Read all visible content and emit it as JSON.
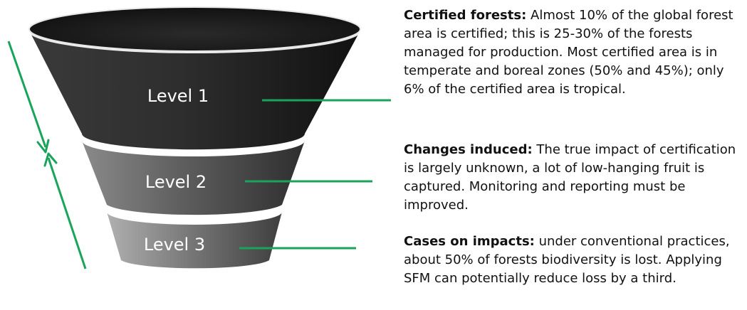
{
  "levels": [
    {
      "label": "Level 1",
      "title": "Certified forests:",
      "text": " Almost 10% of the global forest area is certified; this is 25-30% of the forests managed for production. Most certified area is in temperate and boreal zones (50% and 45%); only 6% of the certified area is tropical."
    },
    {
      "label": "Level 2",
      "title": "Changes induced:",
      "text": " The true impact of certification is largely unknown, a lot of low-hanging fruit is captured. Monitoring and reporting must be improved."
    },
    {
      "label": "Level 3",
      "title": "Cases on impacts:",
      "text": " under conventional practices, about 50% of forests biodiversity is lost. Applying SFM can potentially reduce loss by a third."
    }
  ],
  "colors": {
    "connector_green": "#1aa35a",
    "funnel_dark": "#2a2a2a",
    "funnel_light": "#9a9a9a"
  }
}
